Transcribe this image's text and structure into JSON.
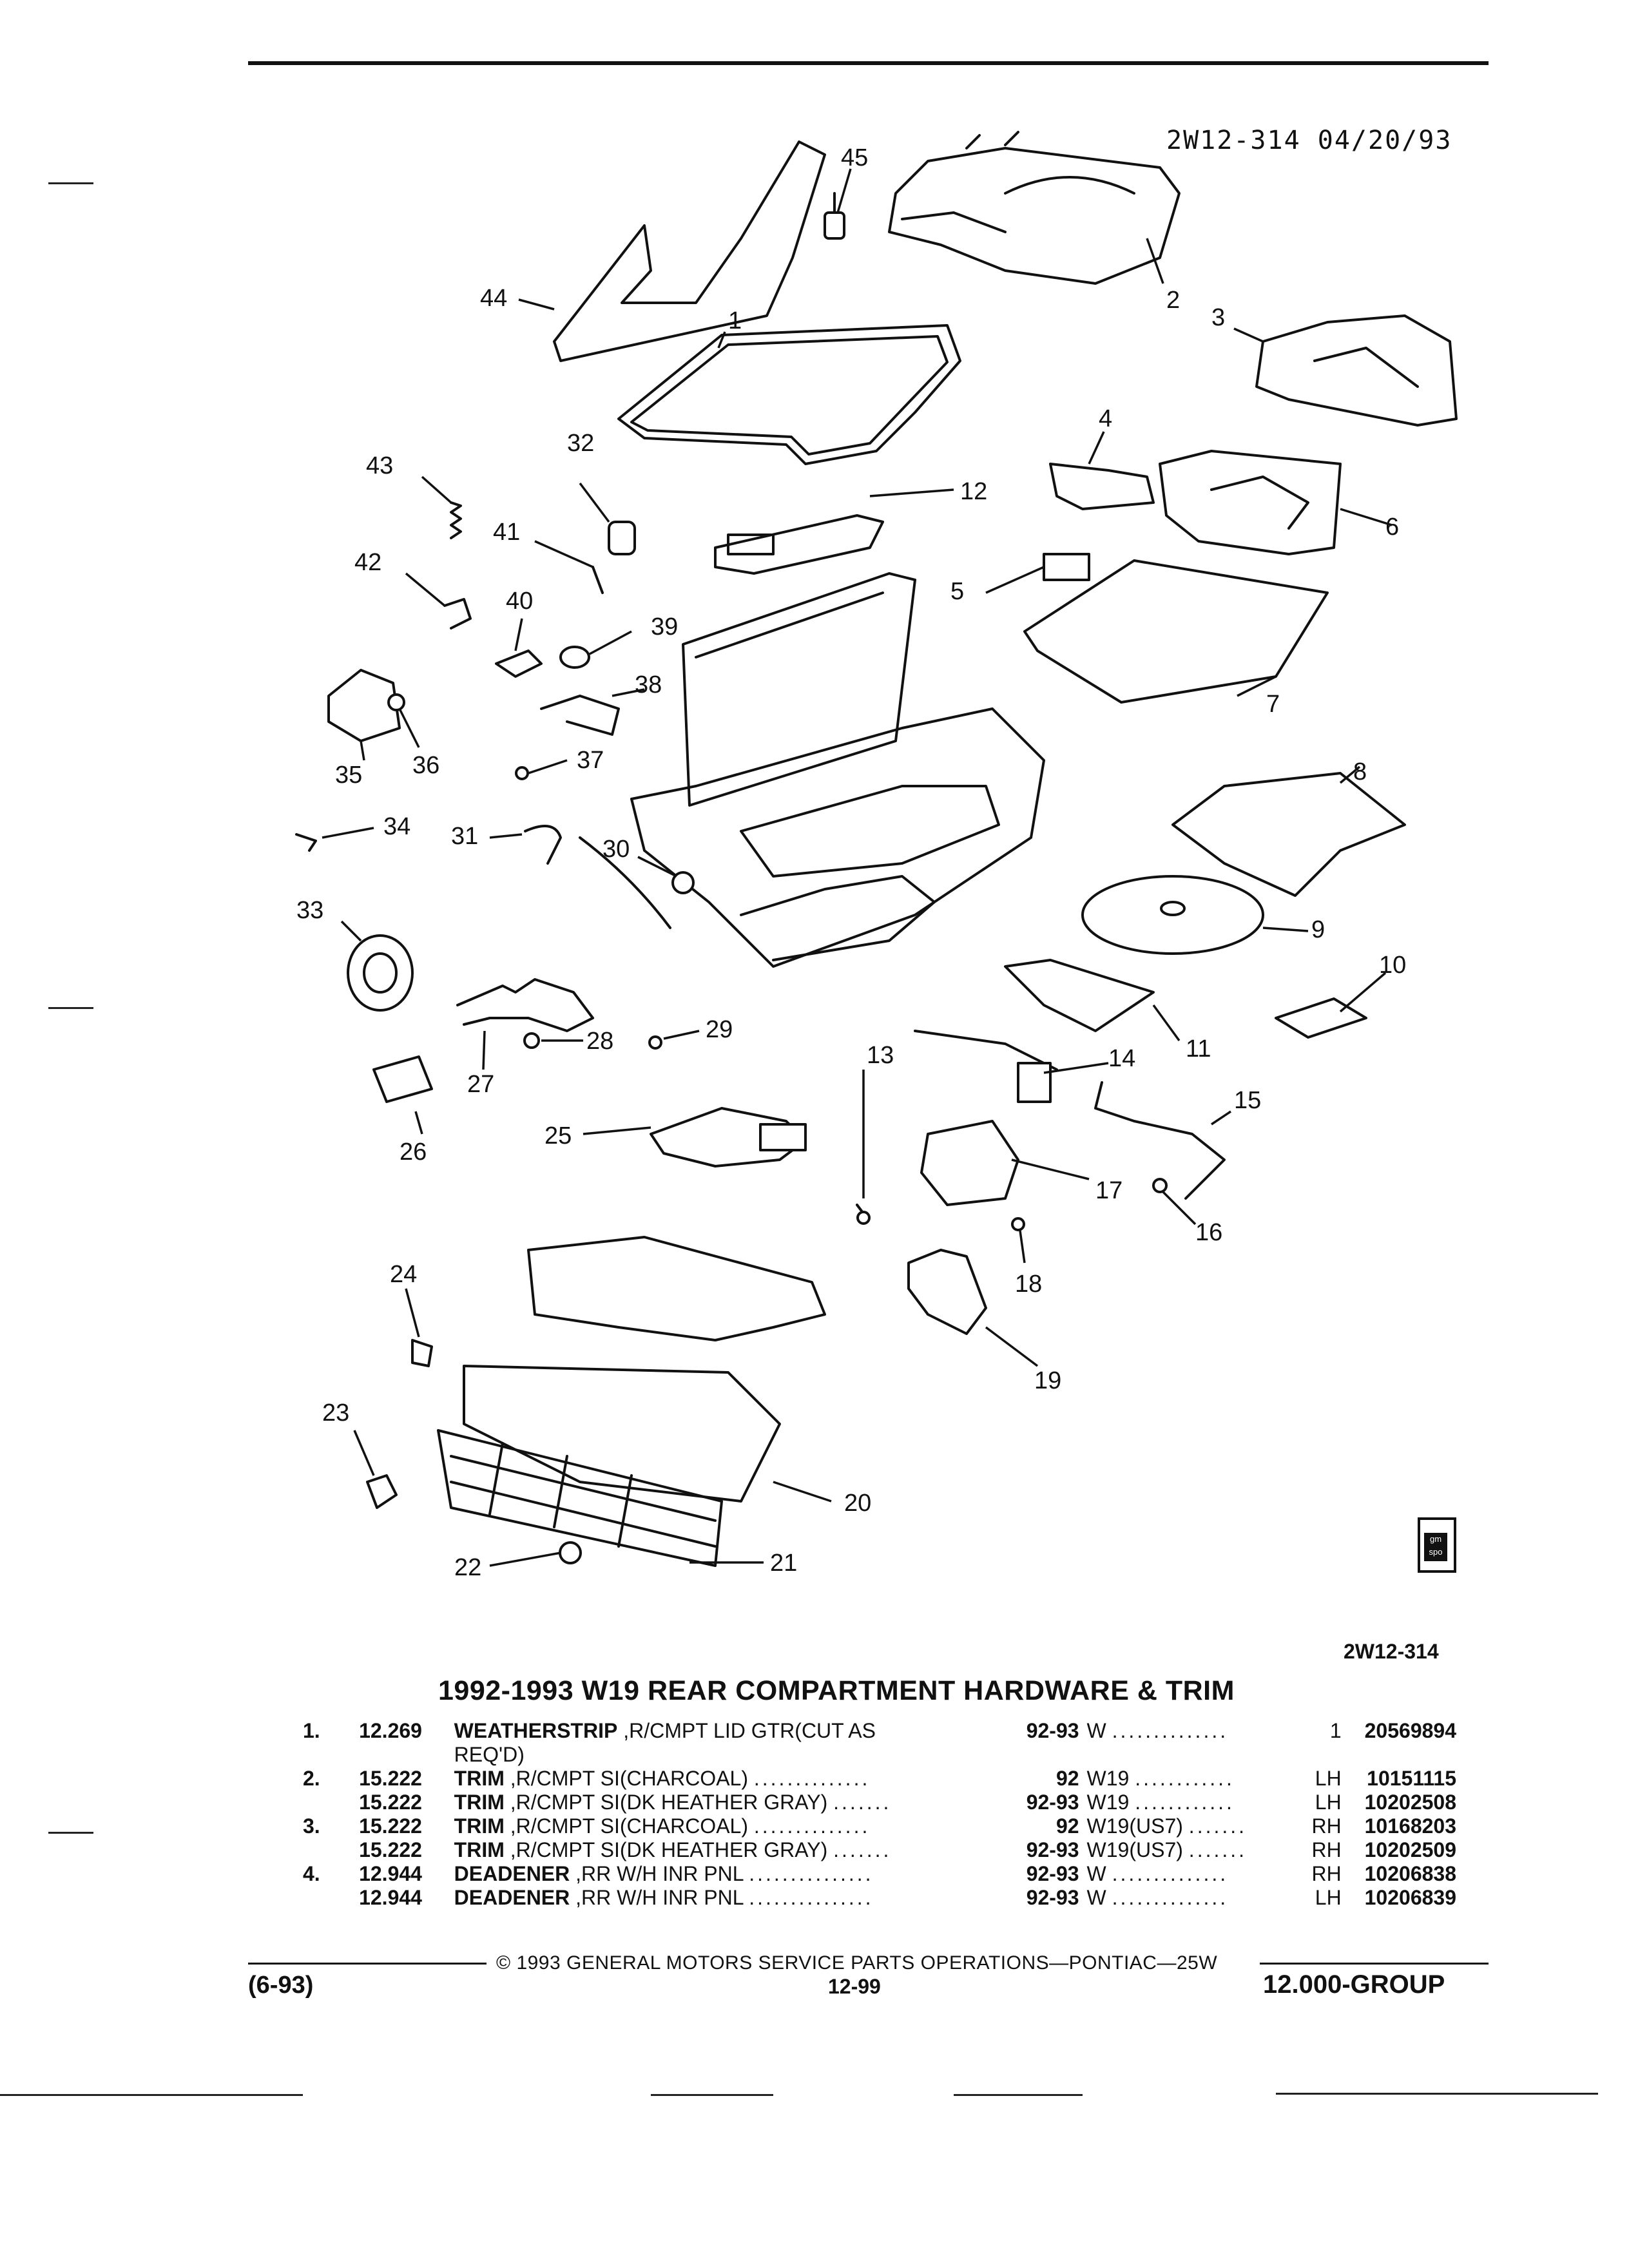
{
  "header": {
    "diagram_code": "2W12-314 04/20/93"
  },
  "callouts": [
    "1",
    "2",
    "3",
    "4",
    "5",
    "6",
    "7",
    "8",
    "9",
    "10",
    "11",
    "12",
    "13",
    "14",
    "15",
    "16",
    "17",
    "18",
    "19",
    "20",
    "21",
    "22",
    "23",
    "24",
    "25",
    "26",
    "27",
    "28",
    "29",
    "30",
    "31",
    "32",
    "33",
    "34",
    "35",
    "36",
    "37",
    "38",
    "39",
    "40",
    "41",
    "42",
    "43",
    "44",
    "45"
  ],
  "logo_text": "gm spo",
  "figure_code": "2W12-314",
  "section_title": "1992-1993 W19 REAR COMPARTMENT HARDWARE & TRIM",
  "parts": [
    {
      "index": "1.",
      "code": "12.269",
      "name": "WEATHERSTRIP",
      "desc": " ,R/CMPT LID GTR(CUT AS",
      "desc2": "REQ'D)",
      "dots": "",
      "years": "92-93",
      "model": "W",
      "model_dots": "..............",
      "side": "1",
      "part_no": "20569894"
    },
    {
      "index": "2.",
      "code": "15.222",
      "name": "TRIM",
      "desc": " ,R/CMPT SI(CHARCOAL)",
      "desc2": "",
      "dots": "..............",
      "years": "92",
      "model": "W19",
      "model_dots": "............",
      "side": "LH",
      "part_no": "10151115"
    },
    {
      "index": "",
      "code": "15.222",
      "name": "TRIM",
      "desc": " ,R/CMPT SI(DK HEATHER GRAY)",
      "desc2": "",
      "dots": ".......",
      "years": "92-93",
      "model": "W19",
      "model_dots": "............",
      "side": "LH",
      "part_no": "10202508"
    },
    {
      "index": "3.",
      "code": "15.222",
      "name": "TRIM",
      "desc": " ,R/CMPT SI(CHARCOAL)",
      "desc2": "",
      "dots": "..............",
      "years": "92",
      "model": "W19(US7)",
      "model_dots": ".......",
      "side": "RH",
      "part_no": "10168203"
    },
    {
      "index": "",
      "code": "15.222",
      "name": "TRIM",
      "desc": " ,R/CMPT SI(DK HEATHER GRAY)",
      "desc2": "",
      "dots": ".......",
      "years": "92-93",
      "model": "W19(US7)",
      "model_dots": ".......",
      "side": "RH",
      "part_no": "10202509"
    },
    {
      "index": "4.",
      "code": "12.944",
      "name": "DEADENER",
      "desc": " ,RR W/H INR PNL",
      "desc2": "",
      "dots": "...............",
      "years": "92-93",
      "model": "W",
      "model_dots": "..............",
      "side": "RH",
      "part_no": "10206838"
    },
    {
      "index": "",
      "code": "12.944",
      "name": "DEADENER",
      "desc": " ,RR W/H INR PNL",
      "desc2": "",
      "dots": "...............",
      "years": "92-93",
      "model": "W",
      "model_dots": "..............",
      "side": "LH",
      "part_no": "10206839"
    }
  ],
  "footer": {
    "copyright": "© 1993 GENERAL MOTORS SERVICE PARTS OPERATIONS—PONTIAC—25W",
    "date_code": "(6-93)",
    "page": "12-99",
    "group": "12.000-GROUP"
  }
}
